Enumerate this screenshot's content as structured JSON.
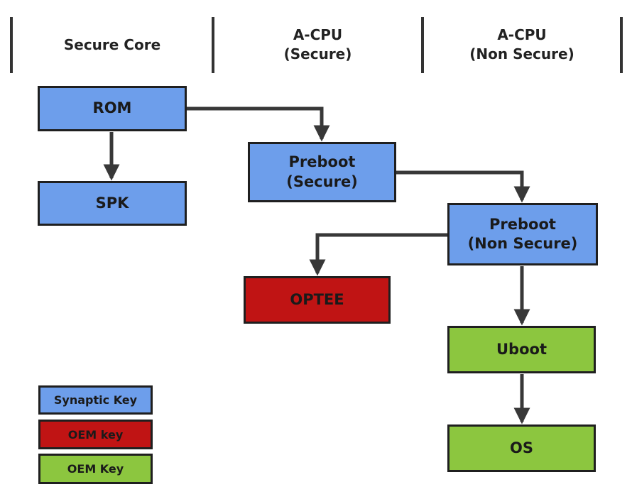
{
  "columns": [
    {
      "label": "Secure Core"
    },
    {
      "label": "A-CPU\n(Secure)"
    },
    {
      "label": "A-CPU\n(Non Secure)"
    }
  ],
  "nodes": {
    "rom": {
      "label": "ROM",
      "color": "#6D9EEB"
    },
    "spk": {
      "label": "SPK",
      "color": "#6D9EEB"
    },
    "preboot_secure": {
      "label": "Preboot\n(Secure)",
      "color": "#6D9EEB"
    },
    "preboot_non_secure": {
      "label": "Preboot\n(Non Secure)",
      "color": "#6D9EEB"
    },
    "optee": {
      "label": "OPTEE",
      "color": "#C01414"
    },
    "uboot": {
      "label": "Uboot",
      "color": "#8CC63F"
    },
    "os": {
      "label": "OS",
      "color": "#8CC63F"
    }
  },
  "edges": [
    {
      "from": "ROM",
      "to": "SPK"
    },
    {
      "from": "ROM",
      "to": "Preboot (Secure)"
    },
    {
      "from": "Preboot (Secure)",
      "to": "Preboot (Non Secure)"
    },
    {
      "from": "Preboot (Non Secure)",
      "to": "OPTEE"
    },
    {
      "from": "Preboot (Non Secure)",
      "to": "Uboot"
    },
    {
      "from": "Uboot",
      "to": "OS"
    }
  ],
  "legend": {
    "synaptic": {
      "label": "Synaptic Key",
      "color": "#6D9EEB"
    },
    "oem_red": {
      "label": "OEM key",
      "color": "#C01414"
    },
    "oem_green": {
      "label": "OEM Key",
      "color": "#8CC63F"
    }
  },
  "colors": {
    "synaptic_blue": "#6D9EEB",
    "oem_red": "#C01414",
    "oem_green": "#8CC63F",
    "box_border": "#1F1F1F",
    "arrow": "#383838",
    "divider": "#333333",
    "text": "#1A1A1A"
  }
}
